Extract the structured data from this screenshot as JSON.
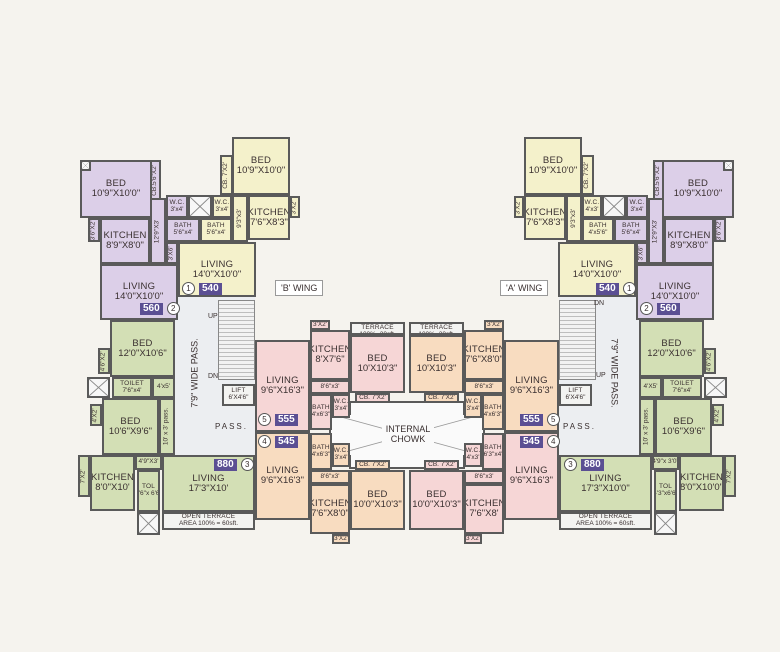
{
  "colors": {
    "purple": "#dccfe8",
    "yellow": "#f4f1cb",
    "green": "#d3dfb5",
    "pink": "#f6d6d6",
    "peach": "#f8dcc0",
    "white": "#f3f3f1",
    "wall": "#5a5a5a"
  },
  "wings": {
    "b_label": "'B' WING",
    "a_label": "'A' WING"
  },
  "labels": {
    "up": "UP",
    "dn": "DN",
    "pass": "PASS.",
    "wide_pass": "7'9\" WIDE PASS.",
    "chowk": "INTERNAL CHOWK"
  },
  "badges": [
    {
      "number": "1",
      "area": "540"
    },
    {
      "number": "2",
      "area": "560"
    },
    {
      "number": "3",
      "area": "880"
    },
    {
      "number": "5",
      "area": "555"
    },
    {
      "number": "4",
      "area": "545"
    },
    {
      "number": "5",
      "area": "555"
    },
    {
      "number": "4",
      "area": "545"
    },
    {
      "number": "1",
      "area": "540"
    },
    {
      "number": "2",
      "area": "560"
    },
    {
      "number": "3",
      "area": "880"
    }
  ],
  "rooms": [
    {
      "id": "b-bed2",
      "name": "BED",
      "size": "10'9\"X10'0\""
    },
    {
      "id": "b-cb2",
      "name": "",
      "size": "CB.5'6\"X2'"
    },
    {
      "id": "b-side2",
      "name": "",
      "size": "3'6\"X2'"
    },
    {
      "id": "b-kit2",
      "name": "KITCHEN",
      "size": "8'9\"X8'0\""
    },
    {
      "id": "b-pass2",
      "name": "",
      "size": "12'9\"X3'"
    },
    {
      "id": "b-wc2",
      "name": "W.C.",
      "size": "3'x4'"
    },
    {
      "id": "b-bath2",
      "name": "BATH",
      "size": "5'6\"x4'"
    },
    {
      "id": "b-small2",
      "name": "",
      "size": "3'X6'"
    },
    {
      "id": "b-liv2",
      "name": "LIVING",
      "size": "14'0\"X10'0\""
    },
    {
      "id": "b-bed1",
      "name": "BED",
      "size": "10'9\"X10'0\""
    },
    {
      "id": "b-cb1",
      "name": "",
      "size": "CB. 7'X2'"
    },
    {
      "id": "b-wc1",
      "name": "W.C.",
      "size": "3'x4'"
    },
    {
      "id": "b-bath1",
      "name": "BATH",
      "size": "5'6\"x4'"
    },
    {
      "id": "b-pass1",
      "name": "",
      "size": "9'3\"x3'"
    },
    {
      "id": "b-kit1",
      "name": "KITCHEN",
      "size": "7'6\"X8'3\""
    },
    {
      "id": "b-3x2",
      "name": "",
      "size": "3'X2'"
    },
    {
      "id": "b-liv1",
      "name": "LIVING",
      "size": "14'0\"X10'0\""
    },
    {
      "id": "b-bed3a",
      "name": "BED",
      "size": "12'0\"X10'6\""
    },
    {
      "id": "b-462",
      "name": "",
      "size": "4'6\"X2'"
    },
    {
      "id": "b-toilet",
      "name": "TOILET",
      "size": "7'6\"x4'"
    },
    {
      "id": "b-4x5",
      "name": "",
      "size": "4'x5'"
    },
    {
      "id": "b-bed3b",
      "name": "BED",
      "size": "10'6\"X9'6\""
    },
    {
      "id": "b-4x2",
      "name": "",
      "size": "4'X2'"
    },
    {
      "id": "b-10x3",
      "name": "",
      "size": "10' x 3' pass."
    },
    {
      "id": "b-kit3",
      "name": "KITCHEN",
      "size": "8'0\"X10'"
    },
    {
      "id": "b-7x2",
      "name": "",
      "size": "7'X2'"
    },
    {
      "id": "b-493",
      "name": "",
      "size": "4'9\"X3'"
    },
    {
      "id": "b-tol",
      "name": "TOL",
      "size": "4'6\"x 6'6\""
    },
    {
      "id": "b-liv3",
      "name": "LIVING",
      "size": "17'3\"X10'"
    },
    {
      "id": "b-terrace",
      "name": "OPEN TERRACE",
      "size": "AREA 100% = 60sft."
    },
    {
      "id": "b-lift",
      "name": "LIFT",
      "size": "6'X4'6\""
    },
    {
      "id": "c-3x2-tl",
      "name": "",
      "size": "3'X2'"
    },
    {
      "id": "c-kit-tl",
      "name": "KITCHEN",
      "size": "8'X7'6\""
    },
    {
      "id": "c-ter-tl",
      "name": "OPEN TERRACE",
      "size": "100%=20sft."
    },
    {
      "id": "c-bed-tl",
      "name": "BED",
      "size": "10'X10'3\""
    },
    {
      "id": "c-863-tl",
      "name": "",
      "size": "8'6\"x3'"
    },
    {
      "id": "c-cb-tl",
      "name": "",
      "size": "CB. 7'X2'"
    },
    {
      "id": "c-bath-tl",
      "name": "BATH",
      "size": "4'x6'3\""
    },
    {
      "id": "c-wc-tl",
      "name": "W.C.",
      "size": "3'x4'"
    },
    {
      "id": "c-3x2-tr",
      "name": "",
      "size": "3'X2'"
    },
    {
      "id": "c-kit-tr",
      "name": "KITCHEN",
      "size": "7'6\"X8'0\""
    },
    {
      "id": "c-ter-tr",
      "name": "OPEN TERRACE",
      "size": "100%=20sft."
    },
    {
      "id": "c-bed-tr",
      "name": "BED",
      "size": "10'X10'3\""
    },
    {
      "id": "c-863-tr",
      "name": "",
      "size": "8'6\"x3'"
    },
    {
      "id": "c-cb-tr",
      "name": "",
      "size": "CB. 7'X2'"
    },
    {
      "id": "c-bath-tr",
      "name": "BATH",
      "size": "4'x6'3\""
    },
    {
      "id": "c-wc-tr",
      "name": "W.C.",
      "size": "3'x4'"
    },
    {
      "id": "c-bath-bl",
      "name": "BATH",
      "size": "4'x6'3\""
    },
    {
      "id": "c-wc-bl",
      "name": "W.C.",
      "size": "3'x4'"
    },
    {
      "id": "c-cb-bl",
      "name": "",
      "size": "CB. 7'X2'"
    },
    {
      "id": "c-863-bl",
      "name": "",
      "size": "8'6\"x3'"
    },
    {
      "id": "c-kit-bl",
      "name": "KITCHEN",
      "size": "7'6\"X8'0\""
    },
    {
      "id": "c-3x2-bl",
      "name": "",
      "size": "3'X2'"
    },
    {
      "id": "c-bed-bl",
      "name": "BED",
      "size": "10'0\"X10'3\""
    },
    {
      "id": "c-bath-br",
      "name": "BATH",
      "size": "6'3\"x4'"
    },
    {
      "id": "c-wc-br",
      "name": "W.C.",
      "size": "4'x3'"
    },
    {
      "id": "c-cb-br",
      "name": "",
      "size": "CB. 7'X2'"
    },
    {
      "id": "c-863-br",
      "name": "",
      "size": "8'6\"x3'"
    },
    {
      "id": "c-kit-br",
      "name": "KITCHEN",
      "size": "7'6\"X8'"
    },
    {
      "id": "c-3x2-br",
      "name": "",
      "size": "3'X2'"
    },
    {
      "id": "c-bed-br",
      "name": "BED",
      "size": "10'0\"X10'3\""
    },
    {
      "id": "c-liv5-l",
      "name": "LIVING",
      "size": "9'6\"X16'3\""
    },
    {
      "id": "c-liv4-l",
      "name": "LIVING",
      "size": "9'6\"X16'3\""
    },
    {
      "id": "c-liv5-r",
      "name": "LIVING",
      "size": "9'6\"X16'3\""
    },
    {
      "id": "c-liv4-r",
      "name": "LIVING",
      "size": "9'6\"X16'3\""
    },
    {
      "id": "a-bed1",
      "name": "BED",
      "size": "10'9\"X10'0\""
    },
    {
      "id": "a-cb1",
      "name": "",
      "size": "CB. 7'X2'"
    },
    {
      "id": "a-wc1",
      "name": "W.C.",
      "size": "4'x3'"
    },
    {
      "id": "a-bath1",
      "name": "BATH",
      "size": "4'x5'6\""
    },
    {
      "id": "a-pass1",
      "name": "",
      "size": "9'3\"x3'"
    },
    {
      "id": "a-kit1",
      "name": "KITCHEN",
      "size": "7'6\"X8'3\""
    },
    {
      "id": "a-3x2",
      "name": "",
      "size": "3'X2'"
    },
    {
      "id": "a-liv1",
      "name": "LIVING",
      "size": "14'0\"X10'0\""
    },
    {
      "id": "a-wc2",
      "name": "W.C.",
      "size": "3'x4'"
    },
    {
      "id": "a-bath2",
      "name": "BATH",
      "size": "5'6\"x4'"
    },
    {
      "id": "a-pass2",
      "name": "",
      "size": "12'9\"X3'"
    },
    {
      "id": "a-bed2",
      "name": "BED",
      "size": "10'9\"X10'0\""
    },
    {
      "id": "a-cb2",
      "name": "",
      "size": "CB.5'6\"X2'"
    },
    {
      "id": "a-kit2",
      "name": "KITCHEN",
      "size": "8'9\"X8'0\""
    },
    {
      "id": "a-small2",
      "name": "",
      "size": "3'X6'"
    },
    {
      "id": "a-side2",
      "name": "",
      "size": "3'6\"X2'"
    },
    {
      "id": "a-liv2",
      "name": "LIVING",
      "size": "14'0\"X10'0\""
    },
    {
      "id": "a-bed3a",
      "name": "BED",
      "size": "12'0\"X10'6\""
    },
    {
      "id": "a-462",
      "name": "",
      "size": "4'6\"X2'"
    },
    {
      "id": "a-toilet",
      "name": "TOILET",
      "size": "7'6\"x4'"
    },
    {
      "id": "a-4x5",
      "name": "",
      "size": "4'X5'"
    },
    {
      "id": "a-bed3b",
      "name": "BED",
      "size": "10'6\"X9'6\""
    },
    {
      "id": "a-4x2",
      "name": "",
      "size": "4'X2'"
    },
    {
      "id": "a-10x3",
      "name": "",
      "size": "10' x 3' pass."
    },
    {
      "id": "a-kit3",
      "name": "KITCHEN",
      "size": "8'0\"X10'0\""
    },
    {
      "id": "a-7x2",
      "name": "",
      "size": "7'X2'"
    },
    {
      "id": "a-493",
      "name": "",
      "size": "4'9\"x 3'0\""
    },
    {
      "id": "a-tol",
      "name": "TOL",
      "size": "4'3\"x6'6\""
    },
    {
      "id": "a-liv3",
      "name": "LIVING",
      "size": "17'3\"X10'0\""
    },
    {
      "id": "a-terrace",
      "name": "OPEN TERRACE",
      "size": "AREA 100% = 60sft."
    },
    {
      "id": "a-lift",
      "name": "LIFT",
      "size": "6'X4'6\""
    }
  ]
}
